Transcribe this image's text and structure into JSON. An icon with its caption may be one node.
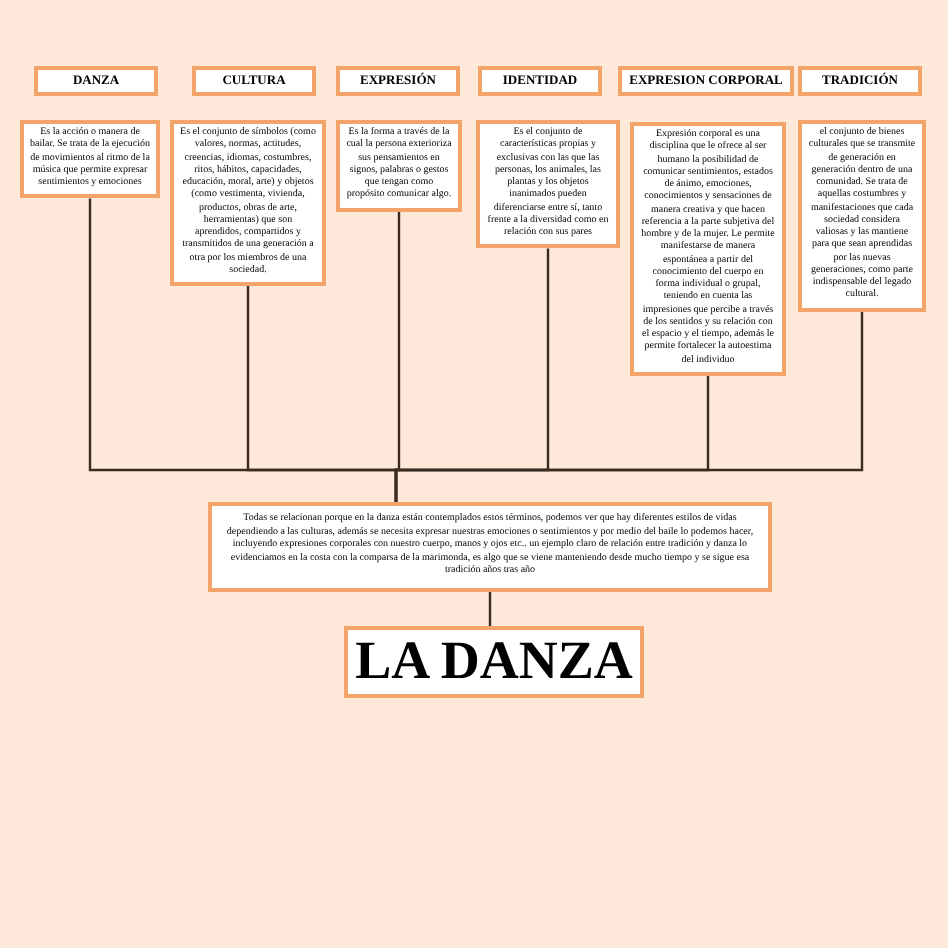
{
  "diagram": {
    "nodes": [
      {
        "text": [
          "DANZA"
        ]
      },
      {
        "text": [
          "CULTURA"
        ]
      },
      {
        "text": [
          "EXPRESIÓN"
        ]
      },
      {
        "text": [
          "IDENTIDAD"
        ]
      },
      {
        "text": [
          "EXPRESION CORPORAL"
        ]
      },
      {
        "text": [
          "TRADICIÓN"
        ]
      },
      {
        "text": [
          "Es la acción o manera de bailar. Se trata de la ejecución de movimientos al ritmo de la música que permite expresar sentimientos y emociones"
        ]
      },
      {
        "text": [
          "Es el conjunto de símbolos (como valores, normas, actitudes, creencias, idiomas, costumbres, ritos, hábitos, capacidades, educación, moral, arte) y objetos (como vestimenta, vivienda, productos, obras de arte, herramientas) que son aprendidos, compartidos y transmitidos de una generación a otra por los miembros de una sociedad."
        ]
      },
      {
        "text": [
          "Es la forma a través de la cual la persona exterioriza sus pensamientos en signos, palabras o gestos que tengan como propósito comunicar algo."
        ]
      },
      {
        "text": [
          "Es el conjunto de características propias y exclusivas con las que las personas, los animales, las plantas y los objetos inanimados pueden diferenciarse entre sí, tanto frente a la diversidad como en relación con sus pares"
        ]
      },
      {
        "text": [
          "Expresión corporal es una disciplina que le ofrece al ser humano la posibilidad de comunicar sentimientos, estados de ánimo, emociones, conocimientos y sensaciones de manera creativa y que hacen referencia a la parte subjetiva del hombre y de la mujer. Le permite manifestarse de manera espontánea a partir del conocimiento del cuerpo en forma individual o grupal, teniendo en cuenta las impresiones que percibe a través de los sentidos y su relación con el espacio y el tiempo, además le permite fortalecer la autoestima del individuo"
        ]
      },
      {
        "text": [
          "el conjunto de bienes culturales que se transmite de generación en generación dentro de una comunidad. Se trata de aquellas costumbres y manifestaciones que cada sociedad considera valiosas y las mantiene para que sean aprendidas por las nuevas generaciones, como parte indispensable del legado cultural."
        ]
      },
      {
        "text": [
          "Todas se relacionan porque en la danza están contemplados estos términos, podemos ver que hay diferentes estilos de vidas dependiendo a las culturas, además se necesita expresar nuestras emociones o sentimientos y por medio del baile lo podemos hacer, incluyendo expresiones corporales con nuestro cuerpo, manos y ojos etc.. un ejemplo claro de relación entre tradición y danza lo evidenciamos en la costa con la comparsa de la marimonda, es algo que se viene manteniendo desde mucho tiempo y se sigue esa tradición años tras año"
        ]
      },
      {
        "text": [
          "LA DANZA"
        ]
      }
    ],
    "edges": [
      {
        "from": 6,
        "to": 12,
        "arrow": "none"
      },
      {
        "from": 7,
        "to": 12,
        "arrow": "none"
      },
      {
        "from": 8,
        "to": 12,
        "arrow": "none"
      },
      {
        "from": 9,
        "to": 12,
        "arrow": "none"
      },
      {
        "from": 10,
        "to": 12,
        "arrow": "none"
      },
      {
        "from": 11,
        "to": 12,
        "arrow": "none"
      },
      {
        "from": 12,
        "to": 13,
        "arrow": "none"
      }
    ]
  }
}
